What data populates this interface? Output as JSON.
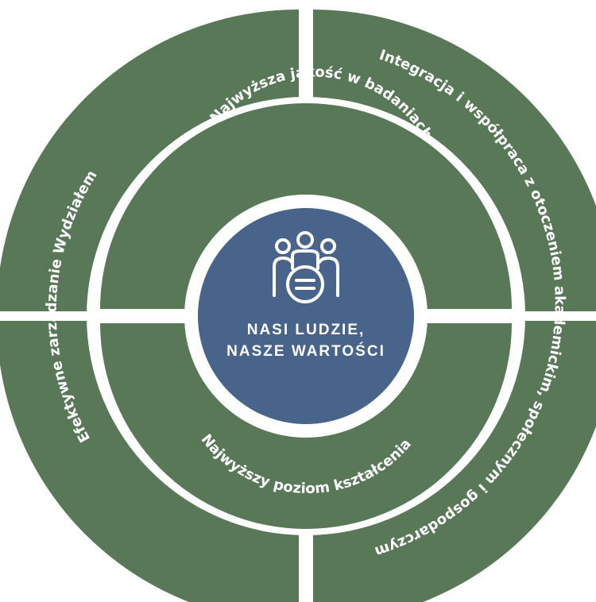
{
  "colors": {
    "segment": "#587858",
    "center": "#48648a",
    "gap": "#ffffff",
    "text": "#ffffff"
  },
  "center": {
    "icon": "people-group-icon",
    "line1": "NASI LUDZIE,",
    "line2": "NASZE WARTOŚCI"
  },
  "inner_ring": {
    "top": "Najwyższa jakość w badaniach",
    "bottom": "Najwyższy poziom kształcenia"
  },
  "outer_ring": {
    "left": "Efektywne zarządzanie Wydziałem",
    "right": "Integracja i współpraca z otoczeniem akademickim, społecznym i gospodarczym"
  }
}
